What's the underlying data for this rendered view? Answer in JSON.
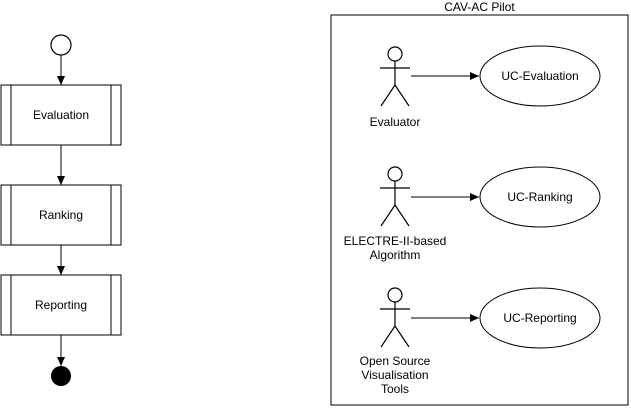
{
  "flow": {
    "steps": [
      {
        "label": "Evaluation"
      },
      {
        "label": "Ranking"
      },
      {
        "label": "Reporting"
      }
    ]
  },
  "pilot": {
    "title": "CAV-AC Pilot",
    "rows": [
      {
        "actor": "Evaluator",
        "usecase": "UC-Evaluation"
      },
      {
        "actor": "ELECTRE-II-based\nAlgorithm",
        "usecase": "UC-Ranking"
      },
      {
        "actor": "Open Source\nVisualisation\nTools",
        "usecase": "UC-Reporting"
      }
    ]
  },
  "colors": {
    "stroke": "#000000",
    "fill": "#ffffff"
  }
}
